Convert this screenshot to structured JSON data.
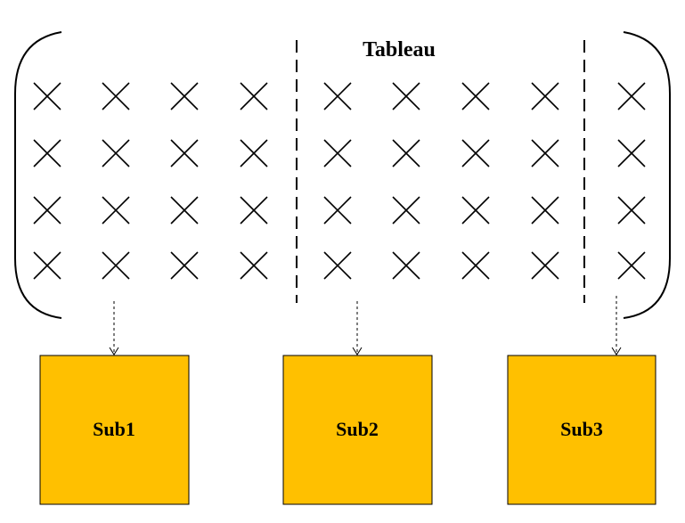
{
  "tableau": {
    "title": "Tableau",
    "rows": 4,
    "columns_per_group": [
      4,
      4,
      1
    ],
    "cell_symbol": "×"
  },
  "sub_blocks": [
    {
      "label": "Sub1"
    },
    {
      "label": "Sub2"
    },
    {
      "label": "Sub3"
    }
  ],
  "colors": {
    "sub_block_fill": "#FFC000",
    "stroke": "#000000",
    "background": "#FFFFFF"
  }
}
